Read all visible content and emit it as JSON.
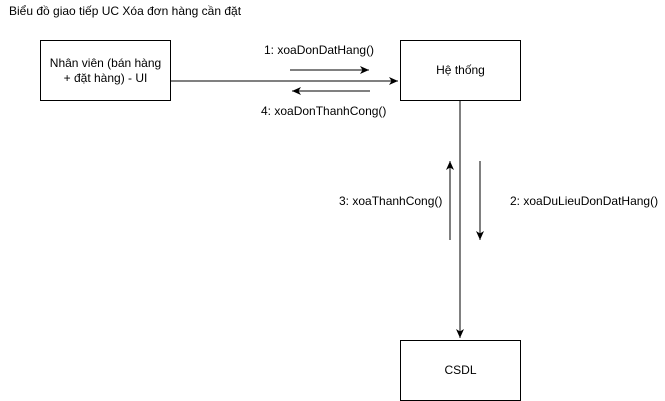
{
  "diagram": {
    "title": "Biểu đồ giao tiếp UC Xóa đơn hàng cần đặt",
    "nodes": {
      "ui": {
        "label": "Nhân viên (bán hàng + đặt hàng) - UI"
      },
      "system": {
        "label": "Hệ thống"
      },
      "db": {
        "label": "CSDL"
      }
    },
    "messages": [
      {
        "label": "1: xoaDonDatHang()"
      },
      {
        "label": "2: xoaDuLieuDonDatHang()"
      },
      {
        "label": "3: xoaThanhCong()"
      },
      {
        "label": "4: xoaDonThanhCong()"
      }
    ]
  }
}
